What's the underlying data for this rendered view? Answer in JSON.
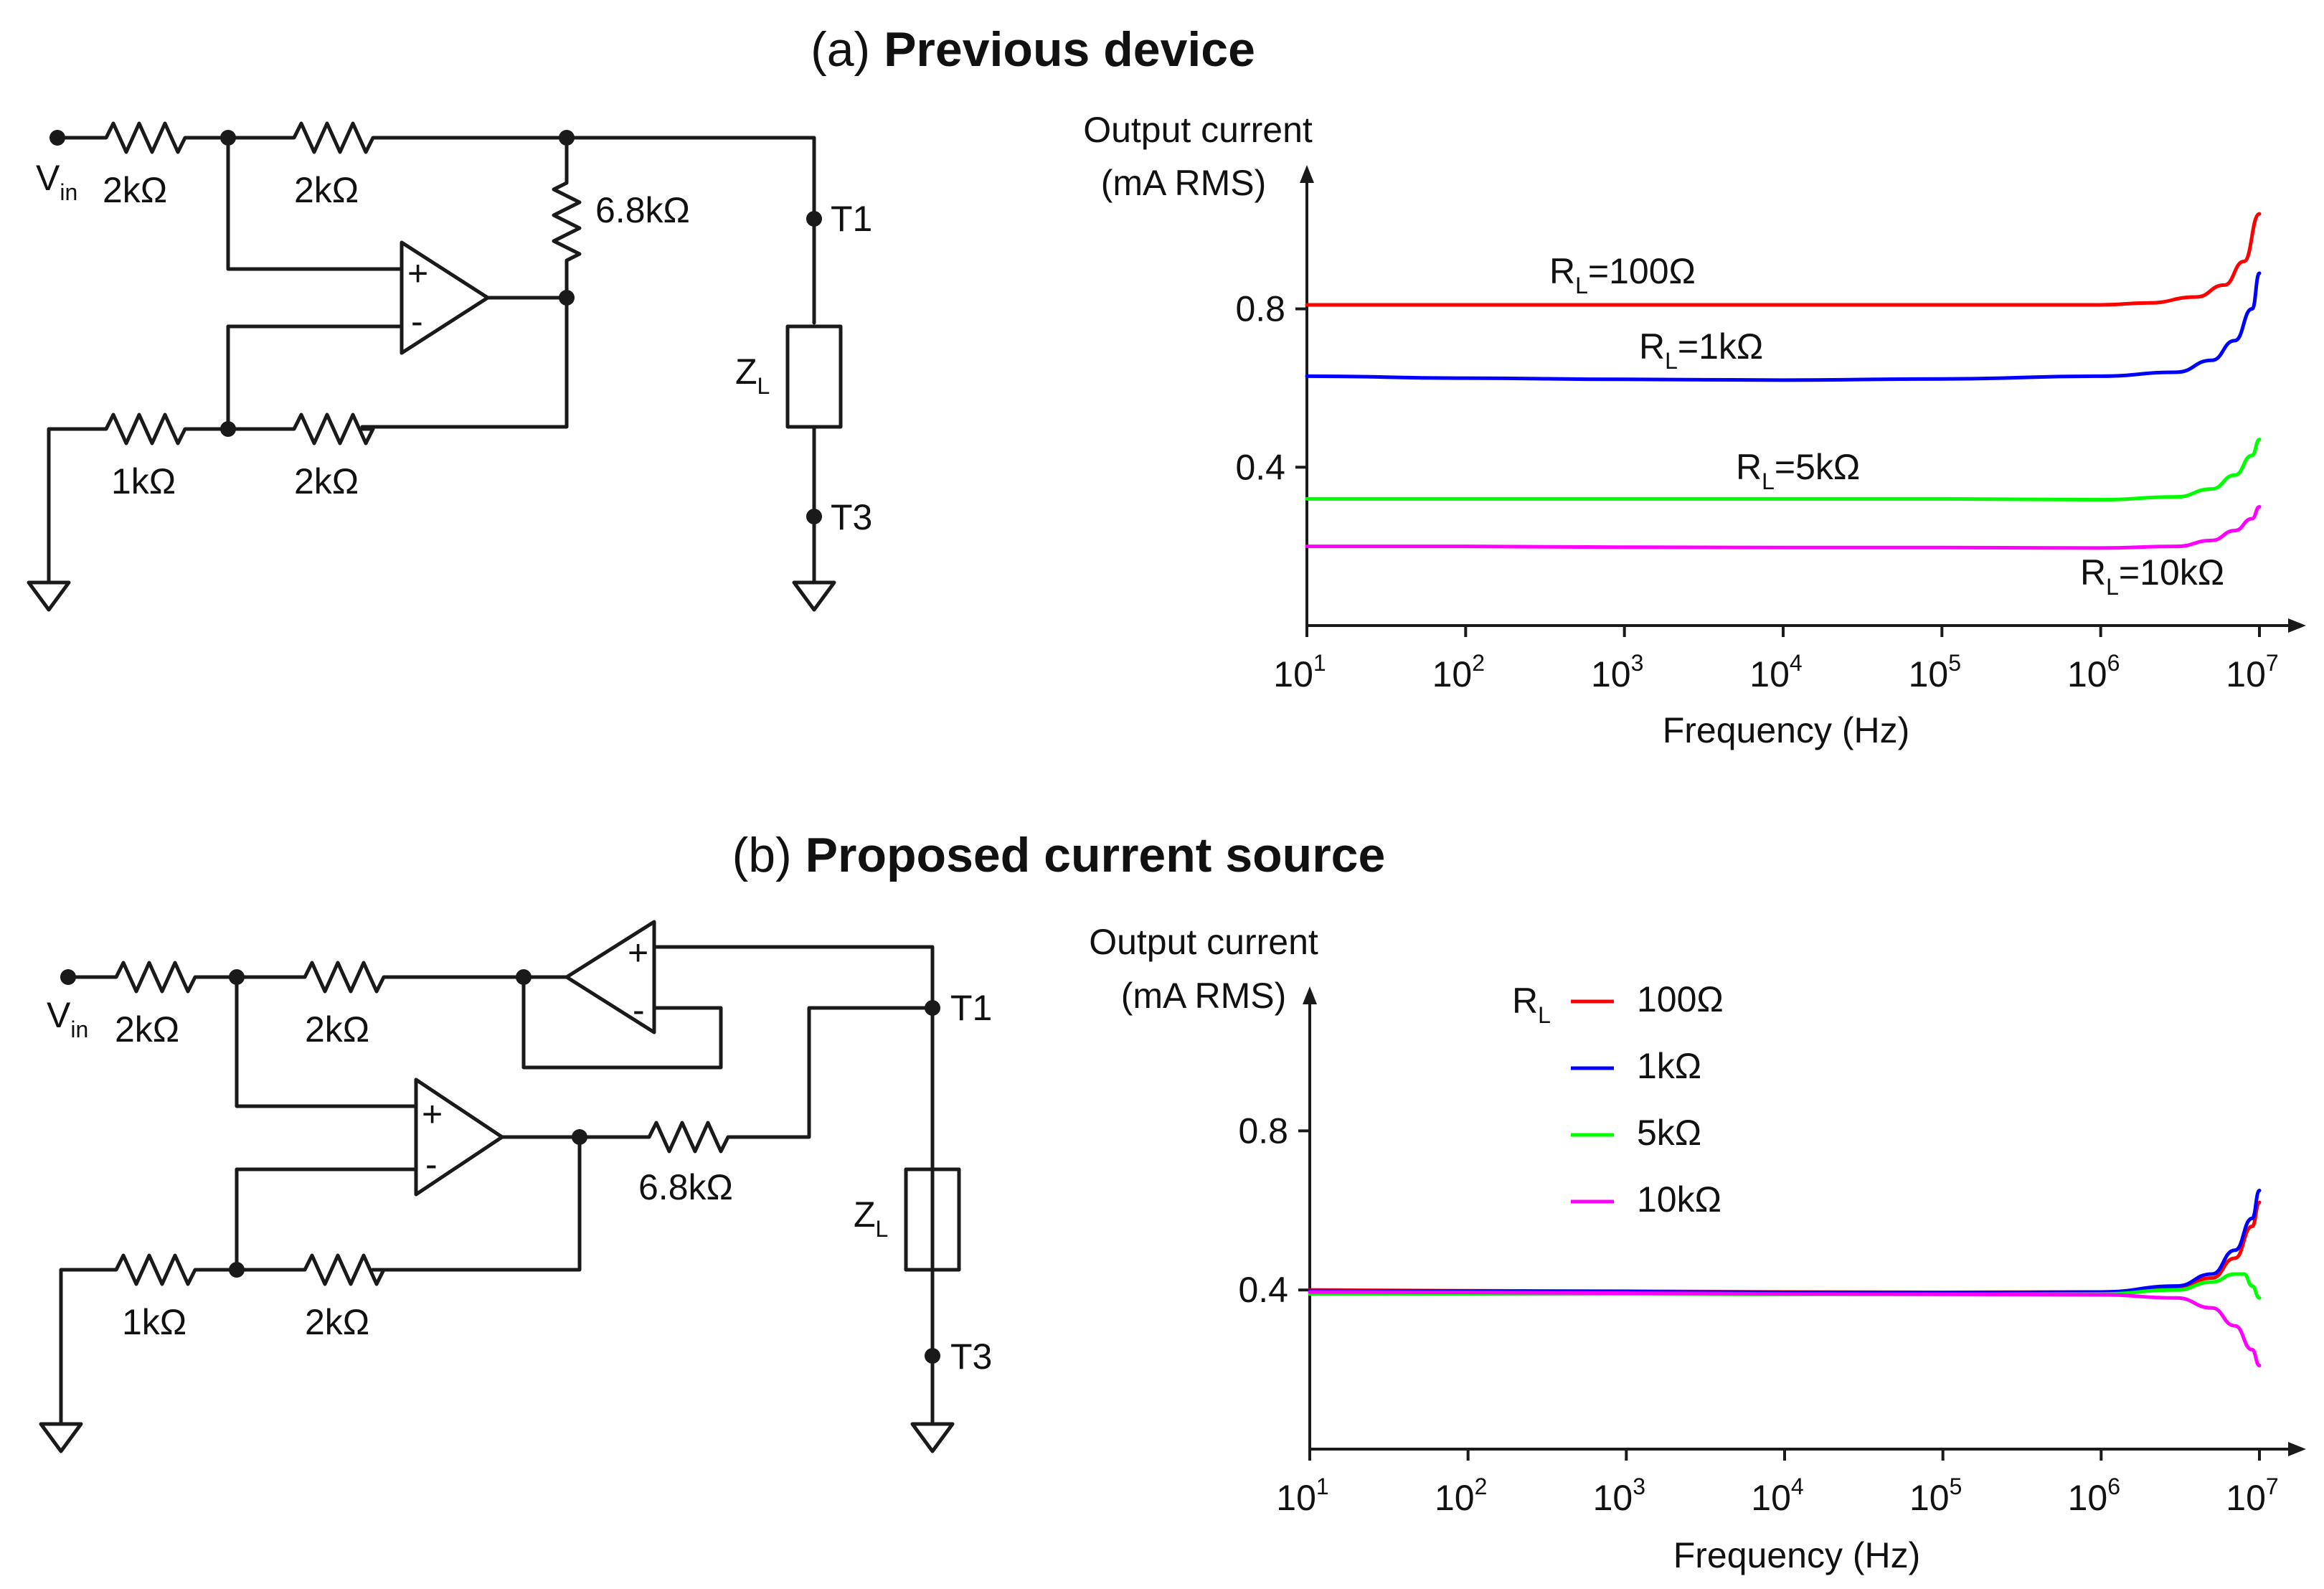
{
  "panel_a": {
    "title_prefix": "(a) ",
    "title_bold": "Previous device",
    "circuit": {
      "vin": "V",
      "vin_sub": "in",
      "r_in": "2kΩ",
      "r_fb": "2kΩ",
      "r_ref": "1kΩ",
      "r_gnd": "2kΩ",
      "r_sense": "6.8kΩ",
      "plus": "+",
      "minus": "-",
      "zl": "Z",
      "zl_sub": "L",
      "t1": "T1",
      "t3": "T3"
    },
    "chart_data": {
      "type": "line",
      "ylabel_line1": "Output current",
      "ylabel_line2": "(mA RMS)",
      "xlabel": "Frequency (Hz)",
      "x_scale": "log",
      "xlim": [
        10,
        10000000
      ],
      "ylim": [
        0,
        1.1
      ],
      "x_ticks": [
        {
          "base": "10",
          "exp": "1"
        },
        {
          "base": "10",
          "exp": "2"
        },
        {
          "base": "10",
          "exp": "3"
        },
        {
          "base": "10",
          "exp": "4"
        },
        {
          "base": "10",
          "exp": "5"
        },
        {
          "base": "10",
          "exp": "6"
        },
        {
          "base": "10",
          "exp": "7"
        }
      ],
      "y_ticks": [
        "0.4",
        "0.8"
      ],
      "series": [
        {
          "label_main": "R",
          "label_sub": "L",
          "label_val": "=100Ω",
          "color": "#ff0000",
          "x": [
            10,
            100,
            1000,
            10000,
            100000,
            1000000,
            2000000,
            4000000,
            6000000,
            8000000,
            10000000
          ],
          "y": [
            0.81,
            0.81,
            0.81,
            0.81,
            0.81,
            0.81,
            0.815,
            0.83,
            0.86,
            0.92,
            1.04
          ]
        },
        {
          "label_main": "R",
          "label_sub": "L",
          "label_val": "=1kΩ",
          "color": "#0000ff",
          "x": [
            10,
            100,
            1000,
            10000,
            100000,
            1000000,
            3000000,
            5000000,
            7000000,
            9000000,
            10000000
          ],
          "y": [
            0.63,
            0.625,
            0.622,
            0.62,
            0.623,
            0.63,
            0.64,
            0.67,
            0.72,
            0.8,
            0.89
          ]
        },
        {
          "label_main": "R",
          "label_sub": "L",
          "label_val": "=5kΩ",
          "color": "#00ff00",
          "x": [
            10,
            100,
            1000,
            10000,
            100000,
            1000000,
            3000000,
            5000000,
            7000000,
            9000000,
            10000000
          ],
          "y": [
            0.32,
            0.32,
            0.32,
            0.32,
            0.32,
            0.318,
            0.325,
            0.345,
            0.38,
            0.43,
            0.47
          ]
        },
        {
          "label_main": "R",
          "label_sub": "L",
          "label_val": "=10kΩ",
          "color": "#ff00ff",
          "x": [
            10,
            100,
            1000,
            10000,
            100000,
            1000000,
            3000000,
            5000000,
            7000000,
            9000000,
            10000000
          ],
          "y": [
            0.2,
            0.2,
            0.198,
            0.197,
            0.197,
            0.196,
            0.2,
            0.215,
            0.24,
            0.27,
            0.3
          ]
        }
      ]
    }
  },
  "panel_b": {
    "title_prefix": "(b) ",
    "title_bold": "Proposed current source",
    "circuit": {
      "vin": "V",
      "vin_sub": "in",
      "r_in": "2kΩ",
      "r_fb": "2kΩ",
      "r_ref": "1kΩ",
      "r_gnd": "2kΩ",
      "r_sense": "6.8kΩ",
      "plus": "+",
      "minus": "-",
      "zl": "Z",
      "zl_sub": "L",
      "t1": "T1",
      "t3": "T3"
    },
    "chart_data": {
      "type": "line",
      "ylabel_line1": "Output current",
      "ylabel_line2": "(mA RMS)",
      "xlabel": "Frequency (Hz)",
      "x_scale": "log",
      "xlim": [
        10,
        10000000
      ],
      "ylim": [
        0,
        1.1
      ],
      "x_ticks": [
        {
          "base": "10",
          "exp": "1"
        },
        {
          "base": "10",
          "exp": "2"
        },
        {
          "base": "10",
          "exp": "3"
        },
        {
          "base": "10",
          "exp": "4"
        },
        {
          "base": "10",
          "exp": "5"
        },
        {
          "base": "10",
          "exp": "6"
        },
        {
          "base": "10",
          "exp": "7"
        }
      ],
      "y_ticks": [
        "0.4",
        "0.8"
      ],
      "legend_title_main": "R",
      "legend_title_sub": "L",
      "legend_placement": "top-left",
      "series": [
        {
          "name": "100Ω",
          "color": "#ff0000",
          "x": [
            10,
            100,
            1000,
            10000,
            100000,
            1000000,
            3000000,
            5000000,
            7000000,
            9000000,
            10000000
          ],
          "y": [
            0.4,
            0.398,
            0.397,
            0.395,
            0.394,
            0.395,
            0.405,
            0.43,
            0.48,
            0.56,
            0.62
          ]
        },
        {
          "name": "1kΩ",
          "color": "#0000ff",
          "x": [
            10,
            100,
            1000,
            10000,
            100000,
            1000000,
            3000000,
            5000000,
            7000000,
            9000000,
            10000000
          ],
          "y": [
            0.398,
            0.397,
            0.396,
            0.394,
            0.393,
            0.395,
            0.41,
            0.44,
            0.5,
            0.58,
            0.65
          ]
        },
        {
          "name": "5kΩ",
          "color": "#00ff00",
          "x": [
            10,
            100,
            1000,
            10000,
            100000,
            1000000,
            3000000,
            5000000,
            7000000,
            8000000,
            9000000,
            10000000
          ],
          "y": [
            0.39,
            0.39,
            0.39,
            0.389,
            0.389,
            0.39,
            0.4,
            0.42,
            0.44,
            0.44,
            0.41,
            0.38
          ]
        },
        {
          "name": "10kΩ",
          "color": "#ff00ff",
          "x": [
            10,
            100,
            1000,
            10000,
            100000,
            1000000,
            3000000,
            5000000,
            7000000,
            9000000,
            10000000
          ],
          "y": [
            0.395,
            0.394,
            0.392,
            0.39,
            0.389,
            0.388,
            0.38,
            0.355,
            0.31,
            0.25,
            0.21
          ]
        }
      ]
    }
  }
}
